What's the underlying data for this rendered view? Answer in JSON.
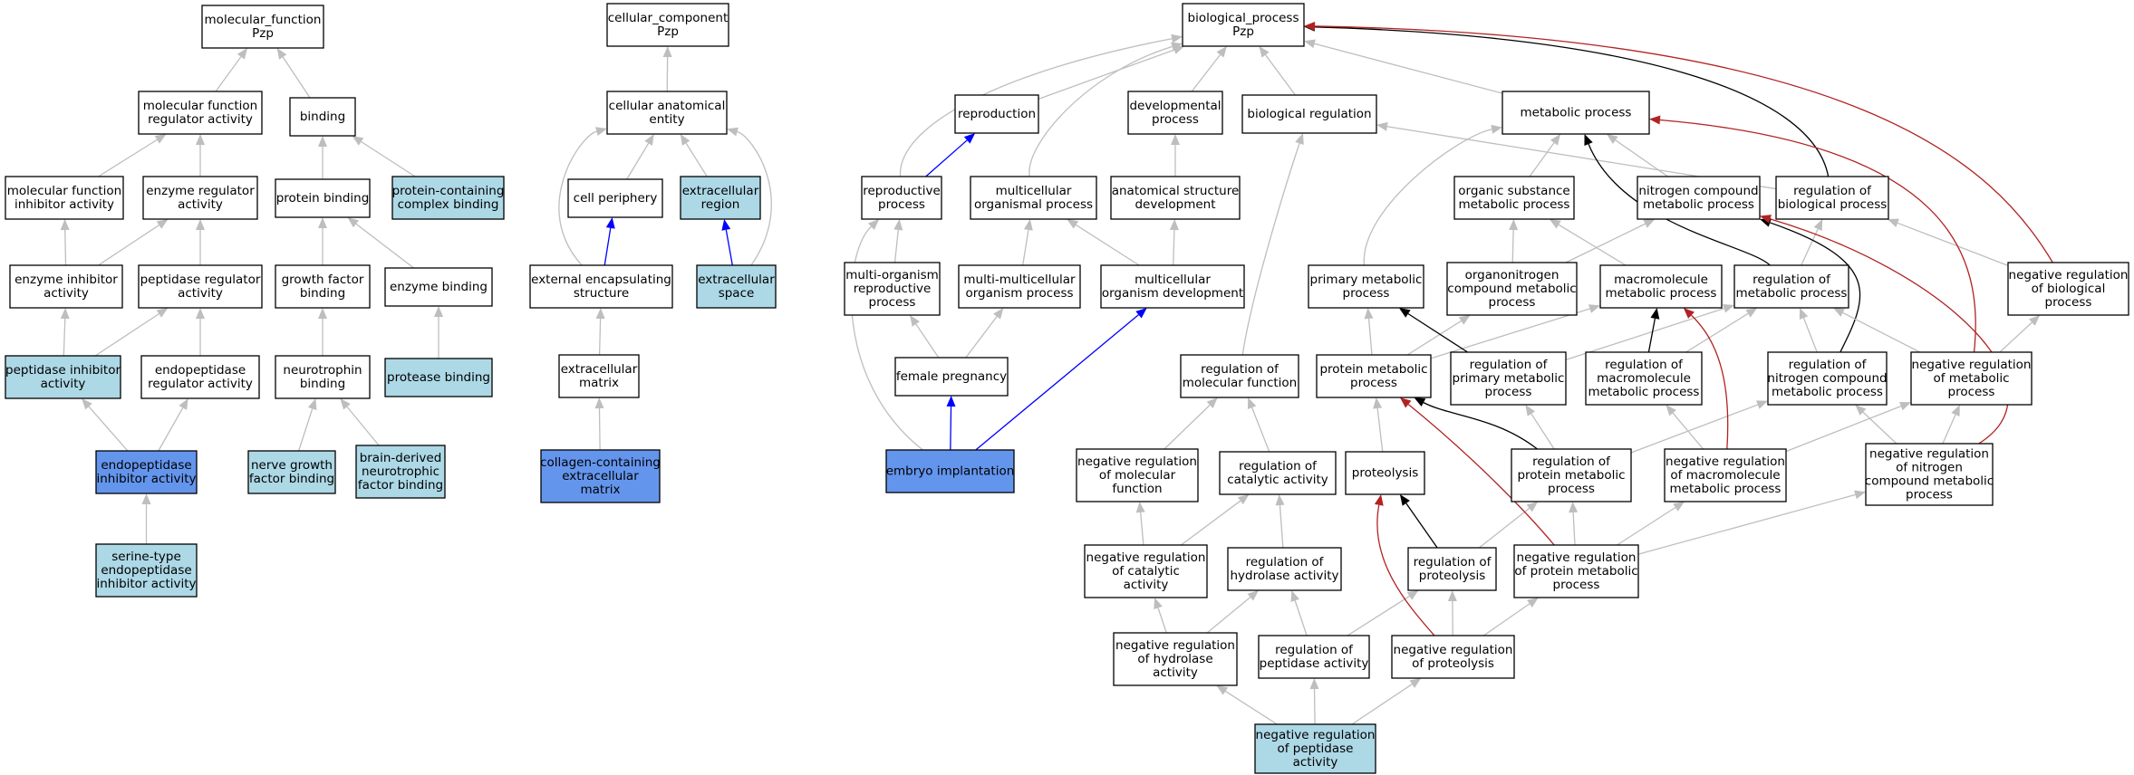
{
  "graph": {
    "title": "",
    "nodes": [
      {
        "id": "mf",
        "label": "molecular_function\nPzp",
        "fill": "#ffffff"
      },
      {
        "id": "mfra",
        "label": "molecular function\nregulator activity",
        "fill": "#ffffff"
      },
      {
        "id": "binding",
        "label": "binding",
        "fill": "#ffffff"
      },
      {
        "id": "mfia",
        "label": "molecular function\ninhibitor activity",
        "fill": "#ffffff"
      },
      {
        "id": "era",
        "label": "enzyme regulator\nactivity",
        "fill": "#ffffff"
      },
      {
        "id": "pb",
        "label": "protein binding",
        "fill": "#ffffff"
      },
      {
        "id": "pccb",
        "label": "protein-containing\ncomplex binding",
        "fill": "#add8e6"
      },
      {
        "id": "eia",
        "label": "enzyme inhibitor\nactivity",
        "fill": "#ffffff"
      },
      {
        "id": "pra",
        "label": "peptidase regulator\nactivity",
        "fill": "#ffffff"
      },
      {
        "id": "gfb",
        "label": "growth factor\nbinding",
        "fill": "#ffffff"
      },
      {
        "id": "eb",
        "label": "enzyme binding",
        "fill": "#ffffff"
      },
      {
        "id": "pia",
        "label": "peptidase inhibitor\nactivity",
        "fill": "#add8e6"
      },
      {
        "id": "enra",
        "label": "endopeptidase\nregulator activity",
        "fill": "#ffffff"
      },
      {
        "id": "nb",
        "label": "neurotrophin\nbinding",
        "fill": "#ffffff"
      },
      {
        "id": "protb",
        "label": "protease binding",
        "fill": "#add8e6"
      },
      {
        "id": "eia2",
        "label": "endopeptidase\ninhibitor activity",
        "fill": "#6495ed"
      },
      {
        "id": "ngfb",
        "label": "nerve growth\nfactor binding",
        "fill": "#add8e6"
      },
      {
        "id": "bdnfb",
        "label": "brain-derived\nneurotrophic\nfactor binding",
        "fill": "#add8e6"
      },
      {
        "id": "steia",
        "label": "serine-type\nendopeptidase\ninhibitor activity",
        "fill": "#add8e6"
      },
      {
        "id": "cc",
        "label": "cellular_component\nPzp",
        "fill": "#ffffff"
      },
      {
        "id": "cae",
        "label": "cellular anatomical\nentity",
        "fill": "#ffffff"
      },
      {
        "id": "cp",
        "label": "cell periphery",
        "fill": "#ffffff"
      },
      {
        "id": "er",
        "label": "extracellular\nregion",
        "fill": "#add8e6"
      },
      {
        "id": "ees",
        "label": "external encapsulating\nstructure",
        "fill": "#ffffff"
      },
      {
        "id": "es",
        "label": "extracellular\nspace",
        "fill": "#add8e6"
      },
      {
        "id": "em",
        "label": "extracellular\nmatrix",
        "fill": "#ffffff"
      },
      {
        "id": "ccem",
        "label": "collagen-containing\nextracellular\nmatrix",
        "fill": "#6495ed"
      },
      {
        "id": "bp",
        "label": "biological_process\nPzp",
        "fill": "#ffffff"
      },
      {
        "id": "repro",
        "label": "reproduction",
        "fill": "#ffffff"
      },
      {
        "id": "devp",
        "label": "developmental\nprocess",
        "fill": "#ffffff"
      },
      {
        "id": "breg",
        "label": "biological regulation",
        "fill": "#ffffff"
      },
      {
        "id": "metp",
        "label": "metabolic process",
        "fill": "#ffffff"
      },
      {
        "id": "rp",
        "label": "reproductive\nprocess",
        "fill": "#ffffff"
      },
      {
        "id": "mop",
        "label": "multicellular\norganismal process",
        "fill": "#ffffff"
      },
      {
        "id": "asd",
        "label": "anatomical structure\ndevelopment",
        "fill": "#ffffff"
      },
      {
        "id": "osmp",
        "label": "organic substance\nmetabolic process",
        "fill": "#ffffff"
      },
      {
        "id": "ncmp",
        "label": "nitrogen compound\nmetabolic process",
        "fill": "#ffffff"
      },
      {
        "id": "rbp",
        "label": "regulation of\nbiological process",
        "fill": "#ffffff"
      },
      {
        "id": "morp",
        "label": "multi-organism\nreproductive\nprocess",
        "fill": "#ffffff"
      },
      {
        "id": "mmop",
        "label": "multi-multicellular\norganism process",
        "fill": "#ffffff"
      },
      {
        "id": "mod",
        "label": "multicellular\norganism development",
        "fill": "#ffffff"
      },
      {
        "id": "pmp",
        "label": "primary metabolic\nprocess",
        "fill": "#ffffff"
      },
      {
        "id": "ocmp",
        "label": "organonitrogen\ncompound metabolic\nprocess",
        "fill": "#ffffff"
      },
      {
        "id": "mmp",
        "label": "macromolecule\nmetabolic process",
        "fill": "#ffffff"
      },
      {
        "id": "rmp",
        "label": "regulation of\nmetabolic process",
        "fill": "#ffffff"
      },
      {
        "id": "nrbp",
        "label": "negative regulation\nof biological\nprocess",
        "fill": "#ffffff"
      },
      {
        "id": "fp",
        "label": "female pregnancy",
        "fill": "#ffffff"
      },
      {
        "id": "rmf",
        "label": "regulation of\nmolecular function",
        "fill": "#ffffff"
      },
      {
        "id": "protmp",
        "label": "protein metabolic\nprocess",
        "fill": "#ffffff"
      },
      {
        "id": "rpmp",
        "label": "regulation of\nprimary metabolic\nprocess",
        "fill": "#ffffff"
      },
      {
        "id": "rmmp",
        "label": "regulation of\nmacromolecule\nmetabolic process",
        "fill": "#ffffff"
      },
      {
        "id": "rncmp",
        "label": "regulation of\nnitrogen compound\nmetabolic process",
        "fill": "#ffffff"
      },
      {
        "id": "nrmp",
        "label": "negative regulation\nof metabolic\nprocess",
        "fill": "#ffffff"
      },
      {
        "id": "ei",
        "label": "embryo implantation",
        "fill": "#6495ed"
      },
      {
        "id": "nrmf",
        "label": "negative regulation\nof molecular\nfunction",
        "fill": "#ffffff"
      },
      {
        "id": "rca",
        "label": "regulation of\ncatalytic activity",
        "fill": "#ffffff"
      },
      {
        "id": "proteo",
        "label": "proteolysis",
        "fill": "#ffffff"
      },
      {
        "id": "rprotmp",
        "label": "regulation of\nprotein metabolic\nprocess",
        "fill": "#ffffff"
      },
      {
        "id": "nrmmp",
        "label": "negative regulation\nof macromolecule\nmetabolic process",
        "fill": "#ffffff"
      },
      {
        "id": "nrncmp",
        "label": "negative regulation\nof nitrogen\ncompound metabolic\nprocess",
        "fill": "#ffffff"
      },
      {
        "id": "nrca",
        "label": "negative regulation\nof catalytic\nactivity",
        "fill": "#ffffff"
      },
      {
        "id": "rha",
        "label": "regulation of\nhydrolase activity",
        "fill": "#ffffff"
      },
      {
        "id": "rproteo",
        "label": "regulation of\nproteolysis",
        "fill": "#ffffff"
      },
      {
        "id": "nrprotmp",
        "label": "negative regulation\nof protein metabolic\nprocess",
        "fill": "#ffffff"
      },
      {
        "id": "nrha",
        "label": "negative regulation\nof hydrolase\nactivity",
        "fill": "#ffffff"
      },
      {
        "id": "rpa",
        "label": "regulation of\npeptidase activity",
        "fill": "#ffffff"
      },
      {
        "id": "nrproteo",
        "label": "negative regulation\nof proteolysis",
        "fill": "#ffffff"
      },
      {
        "id": "nrpa",
        "label": "negative regulation\nof peptidase\nactivity",
        "fill": "#add8e6"
      }
    ],
    "edges": [
      {
        "from": "mfra",
        "to": "mf",
        "color": "#bebebe"
      },
      {
        "from": "binding",
        "to": "mf",
        "color": "#bebebe"
      },
      {
        "from": "mfia",
        "to": "mfra",
        "color": "#bebebe"
      },
      {
        "from": "era",
        "to": "mfra",
        "color": "#bebebe"
      },
      {
        "from": "pb",
        "to": "binding",
        "color": "#bebebe"
      },
      {
        "from": "pccb",
        "to": "binding",
        "color": "#bebebe"
      },
      {
        "from": "eia",
        "to": "mfia",
        "color": "#bebebe"
      },
      {
        "from": "eia",
        "to": "era",
        "color": "#bebebe"
      },
      {
        "from": "pra",
        "to": "era",
        "color": "#bebebe"
      },
      {
        "from": "gfb",
        "to": "pb",
        "color": "#bebebe"
      },
      {
        "from": "eb",
        "to": "pb",
        "color": "#bebebe"
      },
      {
        "from": "pia",
        "to": "eia",
        "color": "#bebebe"
      },
      {
        "from": "pia",
        "to": "pra",
        "color": "#bebebe"
      },
      {
        "from": "enra",
        "to": "pra",
        "color": "#bebebe"
      },
      {
        "from": "nb",
        "to": "gfb",
        "color": "#bebebe"
      },
      {
        "from": "protb",
        "to": "eb",
        "color": "#bebebe"
      },
      {
        "from": "eia2",
        "to": "pia",
        "color": "#bebebe"
      },
      {
        "from": "eia2",
        "to": "enra",
        "color": "#bebebe"
      },
      {
        "from": "ngfb",
        "to": "nb",
        "color": "#bebebe"
      },
      {
        "from": "bdnfb",
        "to": "nb",
        "color": "#bebebe"
      },
      {
        "from": "steia",
        "to": "eia2",
        "color": "#bebebe"
      },
      {
        "from": "cae",
        "to": "cc",
        "color": "#bebebe"
      },
      {
        "from": "cp",
        "to": "cae",
        "color": "#bebebe"
      },
      {
        "from": "er",
        "to": "cae",
        "color": "#bebebe"
      },
      {
        "from": "ees",
        "to": "cae",
        "color": "#bebebe"
      },
      {
        "from": "ees",
        "to": "cp",
        "color": "#0000ff"
      },
      {
        "from": "es",
        "to": "er",
        "color": "#0000ff"
      },
      {
        "from": "es",
        "to": "cae",
        "color": "#bebebe"
      },
      {
        "from": "em",
        "to": "ees",
        "color": "#bebebe"
      },
      {
        "from": "ccem",
        "to": "em",
        "color": "#bebebe"
      },
      {
        "from": "repro",
        "to": "bp",
        "color": "#bebebe"
      },
      {
        "from": "devp",
        "to": "bp",
        "color": "#bebebe"
      },
      {
        "from": "breg",
        "to": "bp",
        "color": "#bebebe"
      },
      {
        "from": "metp",
        "to": "bp",
        "color": "#bebebe"
      },
      {
        "from": "rp",
        "to": "repro",
        "color": "#0000ff"
      },
      {
        "from": "rp",
        "to": "bp",
        "color": "#bebebe"
      },
      {
        "from": "mop",
        "to": "bp",
        "color": "#bebebe"
      },
      {
        "from": "asd",
        "to": "devp",
        "color": "#bebebe"
      },
      {
        "from": "osmp",
        "to": "metp",
        "color": "#bebebe"
      },
      {
        "from": "ncmp",
        "to": "metp",
        "color": "#bebebe"
      },
      {
        "from": "rbp",
        "to": "breg",
        "color": "#bebebe"
      },
      {
        "from": "rbp",
        "to": "bp",
        "color": "#000000"
      },
      {
        "from": "morp",
        "to": "rp",
        "color": "#bebebe"
      },
      {
        "from": "mmop",
        "to": "mop",
        "color": "#bebebe"
      },
      {
        "from": "mod",
        "to": "mop",
        "color": "#bebebe"
      },
      {
        "from": "mod",
        "to": "asd",
        "color": "#bebebe"
      },
      {
        "from": "pmp",
        "to": "metp",
        "color": "#bebebe"
      },
      {
        "from": "ocmp",
        "to": "osmp",
        "color": "#bebebe"
      },
      {
        "from": "ocmp",
        "to": "ncmp",
        "color": "#bebebe"
      },
      {
        "from": "mmp",
        "to": "osmp",
        "color": "#bebebe"
      },
      {
        "from": "rmp",
        "to": "rbp",
        "color": "#bebebe"
      },
      {
        "from": "rmp",
        "to": "metp",
        "color": "#000000"
      },
      {
        "from": "nrbp",
        "to": "rbp",
        "color": "#bebebe"
      },
      {
        "from": "nrbp",
        "to": "bp",
        "color": "#b22222"
      },
      {
        "from": "fp",
        "to": "morp",
        "color": "#bebebe"
      },
      {
        "from": "fp",
        "to": "mmop",
        "color": "#bebebe"
      },
      {
        "from": "rmf",
        "to": "breg",
        "color": "#bebebe"
      },
      {
        "from": "protmp",
        "to": "pmp",
        "color": "#bebebe"
      },
      {
        "from": "protmp",
        "to": "ocmp",
        "color": "#bebebe"
      },
      {
        "from": "protmp",
        "to": "mmp",
        "color": "#bebebe"
      },
      {
        "from": "rpmp",
        "to": "pmp",
        "color": "#000000"
      },
      {
        "from": "rpmp",
        "to": "rmp",
        "color": "#bebebe"
      },
      {
        "from": "rmmp",
        "to": "mmp",
        "color": "#000000"
      },
      {
        "from": "rmmp",
        "to": "rmp",
        "color": "#bebebe"
      },
      {
        "from": "rncmp",
        "to": "rmp",
        "color": "#bebebe"
      },
      {
        "from": "rncmp",
        "to": "ncmp",
        "color": "#000000"
      },
      {
        "from": "nrmp",
        "to": "rmp",
        "color": "#bebebe"
      },
      {
        "from": "nrmp",
        "to": "nrbp",
        "color": "#bebebe"
      },
      {
        "from": "nrmp",
        "to": "metp",
        "color": "#b22222"
      },
      {
        "from": "ei",
        "to": "fp",
        "color": "#0000ff"
      },
      {
        "from": "ei",
        "to": "mod",
        "color": "#0000ff"
      },
      {
        "from": "ei",
        "to": "rp",
        "color": "#bebebe"
      },
      {
        "from": "nrmf",
        "to": "rmf",
        "color": "#bebebe"
      },
      {
        "from": "rca",
        "to": "rmf",
        "color": "#bebebe"
      },
      {
        "from": "proteo",
        "to": "protmp",
        "color": "#bebebe"
      },
      {
        "from": "rprotmp",
        "to": "protmp",
        "color": "#000000"
      },
      {
        "from": "rprotmp",
        "to": "rpmp",
        "color": "#bebebe"
      },
      {
        "from": "rprotmp",
        "to": "rncmp",
        "color": "#bebebe"
      },
      {
        "from": "nrmmp",
        "to": "rmmp",
        "color": "#bebebe"
      },
      {
        "from": "nrmmp",
        "to": "nrmp",
        "color": "#bebebe"
      },
      {
        "from": "nrmmp",
        "to": "mmp",
        "color": "#b22222"
      },
      {
        "from": "nrncmp",
        "to": "nrmp",
        "color": "#bebebe"
      },
      {
        "from": "nrncmp",
        "to": "rncmp",
        "color": "#bebebe"
      },
      {
        "from": "nrncmp",
        "to": "ncmp",
        "color": "#b22222"
      },
      {
        "from": "nrca",
        "to": "nrmf",
        "color": "#bebebe"
      },
      {
        "from": "nrca",
        "to": "rca",
        "color": "#bebebe"
      },
      {
        "from": "rha",
        "to": "rca",
        "color": "#bebebe"
      },
      {
        "from": "rproteo",
        "to": "proteo",
        "color": "#000000"
      },
      {
        "from": "rproteo",
        "to": "rprotmp",
        "color": "#bebebe"
      },
      {
        "from": "nrprotmp",
        "to": "rprotmp",
        "color": "#bebebe"
      },
      {
        "from": "nrprotmp",
        "to": "nrmmp",
        "color": "#bebebe"
      },
      {
        "from": "nrprotmp",
        "to": "nrncmp",
        "color": "#bebebe"
      },
      {
        "from": "nrprotmp",
        "to": "protmp",
        "color": "#b22222"
      },
      {
        "from": "nrha",
        "to": "nrca",
        "color": "#bebebe"
      },
      {
        "from": "nrha",
        "to": "rha",
        "color": "#bebebe"
      },
      {
        "from": "rpa",
        "to": "rha",
        "color": "#bebebe"
      },
      {
        "from": "rpa",
        "to": "rproteo",
        "color": "#bebebe"
      },
      {
        "from": "nrproteo",
        "to": "rproteo",
        "color": "#bebebe"
      },
      {
        "from": "nrproteo",
        "to": "nrprotmp",
        "color": "#bebebe"
      },
      {
        "from": "nrproteo",
        "to": "proteo",
        "color": "#b22222"
      },
      {
        "from": "nrpa",
        "to": "nrha",
        "color": "#bebebe"
      },
      {
        "from": "nrpa",
        "to": "rpa",
        "color": "#bebebe"
      },
      {
        "from": "nrpa",
        "to": "nrproteo",
        "color": "#bebebe"
      }
    ]
  }
}
